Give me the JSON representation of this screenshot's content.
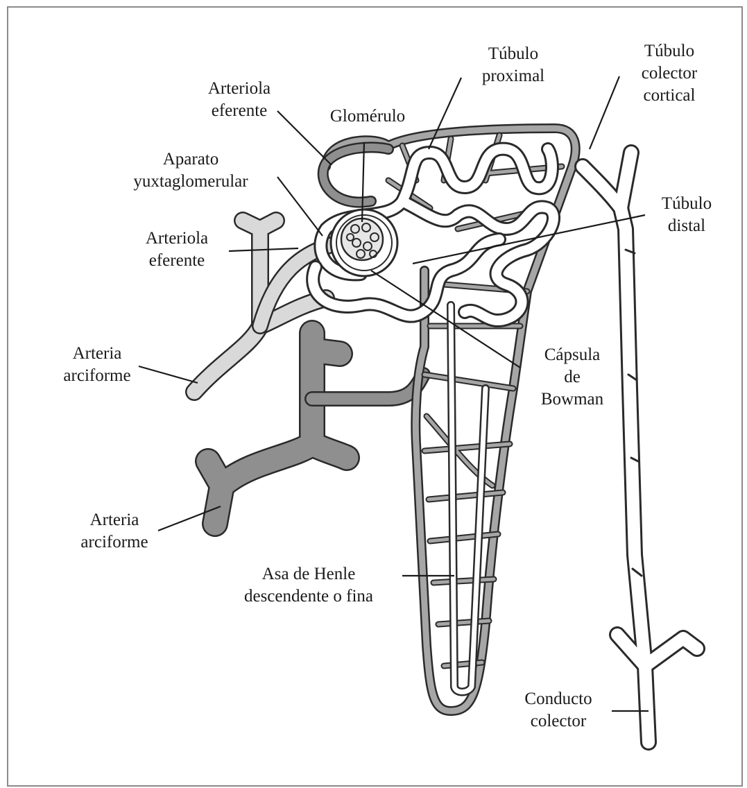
{
  "labels": {
    "tubulo_proximal": [
      "Túbulo",
      "proximal"
    ],
    "tubulo_colector_cortical": [
      "Túbulo",
      "colector",
      "cortical"
    ],
    "arteriola_eferente_top": [
      "Arteriola",
      "eferente"
    ],
    "glomerulo": [
      "Glomérulo"
    ],
    "aparato_yuxtaglomerular": [
      "Aparato",
      "yuxtaglomerular"
    ],
    "tubulo_distal": [
      "Túbulo",
      "distal"
    ],
    "arteriola_eferente_mid": [
      "Arteriola",
      "eferente"
    ],
    "arteria_arciforme_top": [
      "Arteria",
      "arciforme"
    ],
    "capsula_bowman": [
      "Cápsula",
      "de",
      "Bowman"
    ],
    "arteria_arciforme_bottom": [
      "Arteria",
      "arciforme"
    ],
    "asa_henle": [
      "Asa de Henle",
      "descendente o fina"
    ],
    "conducto_colector": [
      "Conducto",
      "colector"
    ]
  },
  "colors": {
    "vessel_dark": "#8f8f8f",
    "vessel_mid": "#a6a6a6",
    "vessel_light": "#d9d9d9",
    "tubule": "#ffffff",
    "outline": "#2a2a2a"
  }
}
